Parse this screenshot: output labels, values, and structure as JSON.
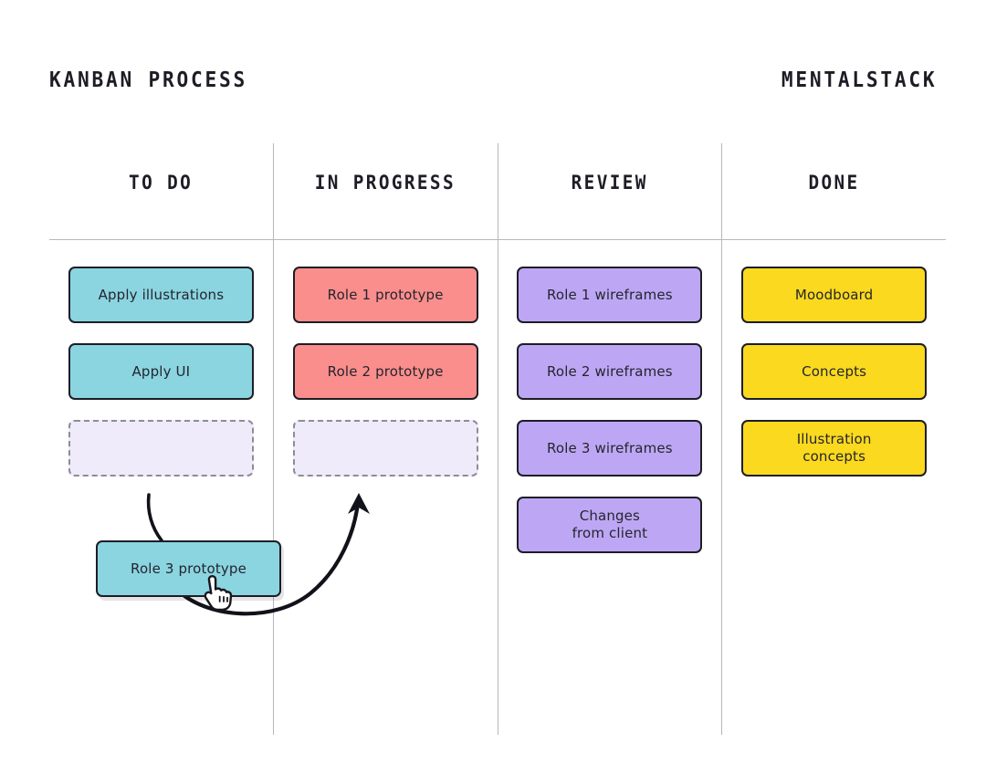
{
  "header": {
    "title": "KANBAN PROCESS",
    "brand": "MENTALSTACK"
  },
  "columns": [
    {
      "id": "todo",
      "title": "TO DO",
      "color": "#8AD5E0",
      "cards": [
        {
          "label": "Apply illustrations"
        },
        {
          "label": "Apply UI"
        }
      ],
      "placeholder": true
    },
    {
      "id": "in-progress",
      "title": "IN PROGRESS",
      "color": "#FA8E8C",
      "cards": [
        {
          "label": "Role 1 prototype"
        },
        {
          "label": "Role 2 prototype"
        }
      ],
      "placeholder": true
    },
    {
      "id": "review",
      "title": "REVIEW",
      "color": "#BDA7F5",
      "cards": [
        {
          "label": "Role 1 wireframes"
        },
        {
          "label": "Role 2 wireframes"
        },
        {
          "label": "Role 3 wireframes"
        },
        {
          "label": "Changes\nfrom client"
        }
      ],
      "placeholder": false
    },
    {
      "id": "done",
      "title": "DONE",
      "color": "#FAD91E",
      "cards": [
        {
          "label": "Moodboard"
        },
        {
          "label": "Concepts"
        },
        {
          "label": "Illustration\nconcepts"
        }
      ],
      "placeholder": false
    }
  ],
  "drag": {
    "card_label": "Role 3 prototype",
    "card_color": "#8AD5E0",
    "cursor_icon": "pointing-hand-cursor",
    "arrow_icon": "curved-drag-arrow"
  },
  "colors": {
    "ink": "#1d1d26",
    "rule": "#b8b8bd",
    "placeholder_fill": "#EFEBFA",
    "placeholder_border": "#8d8d96",
    "background": "#ffffff"
  }
}
